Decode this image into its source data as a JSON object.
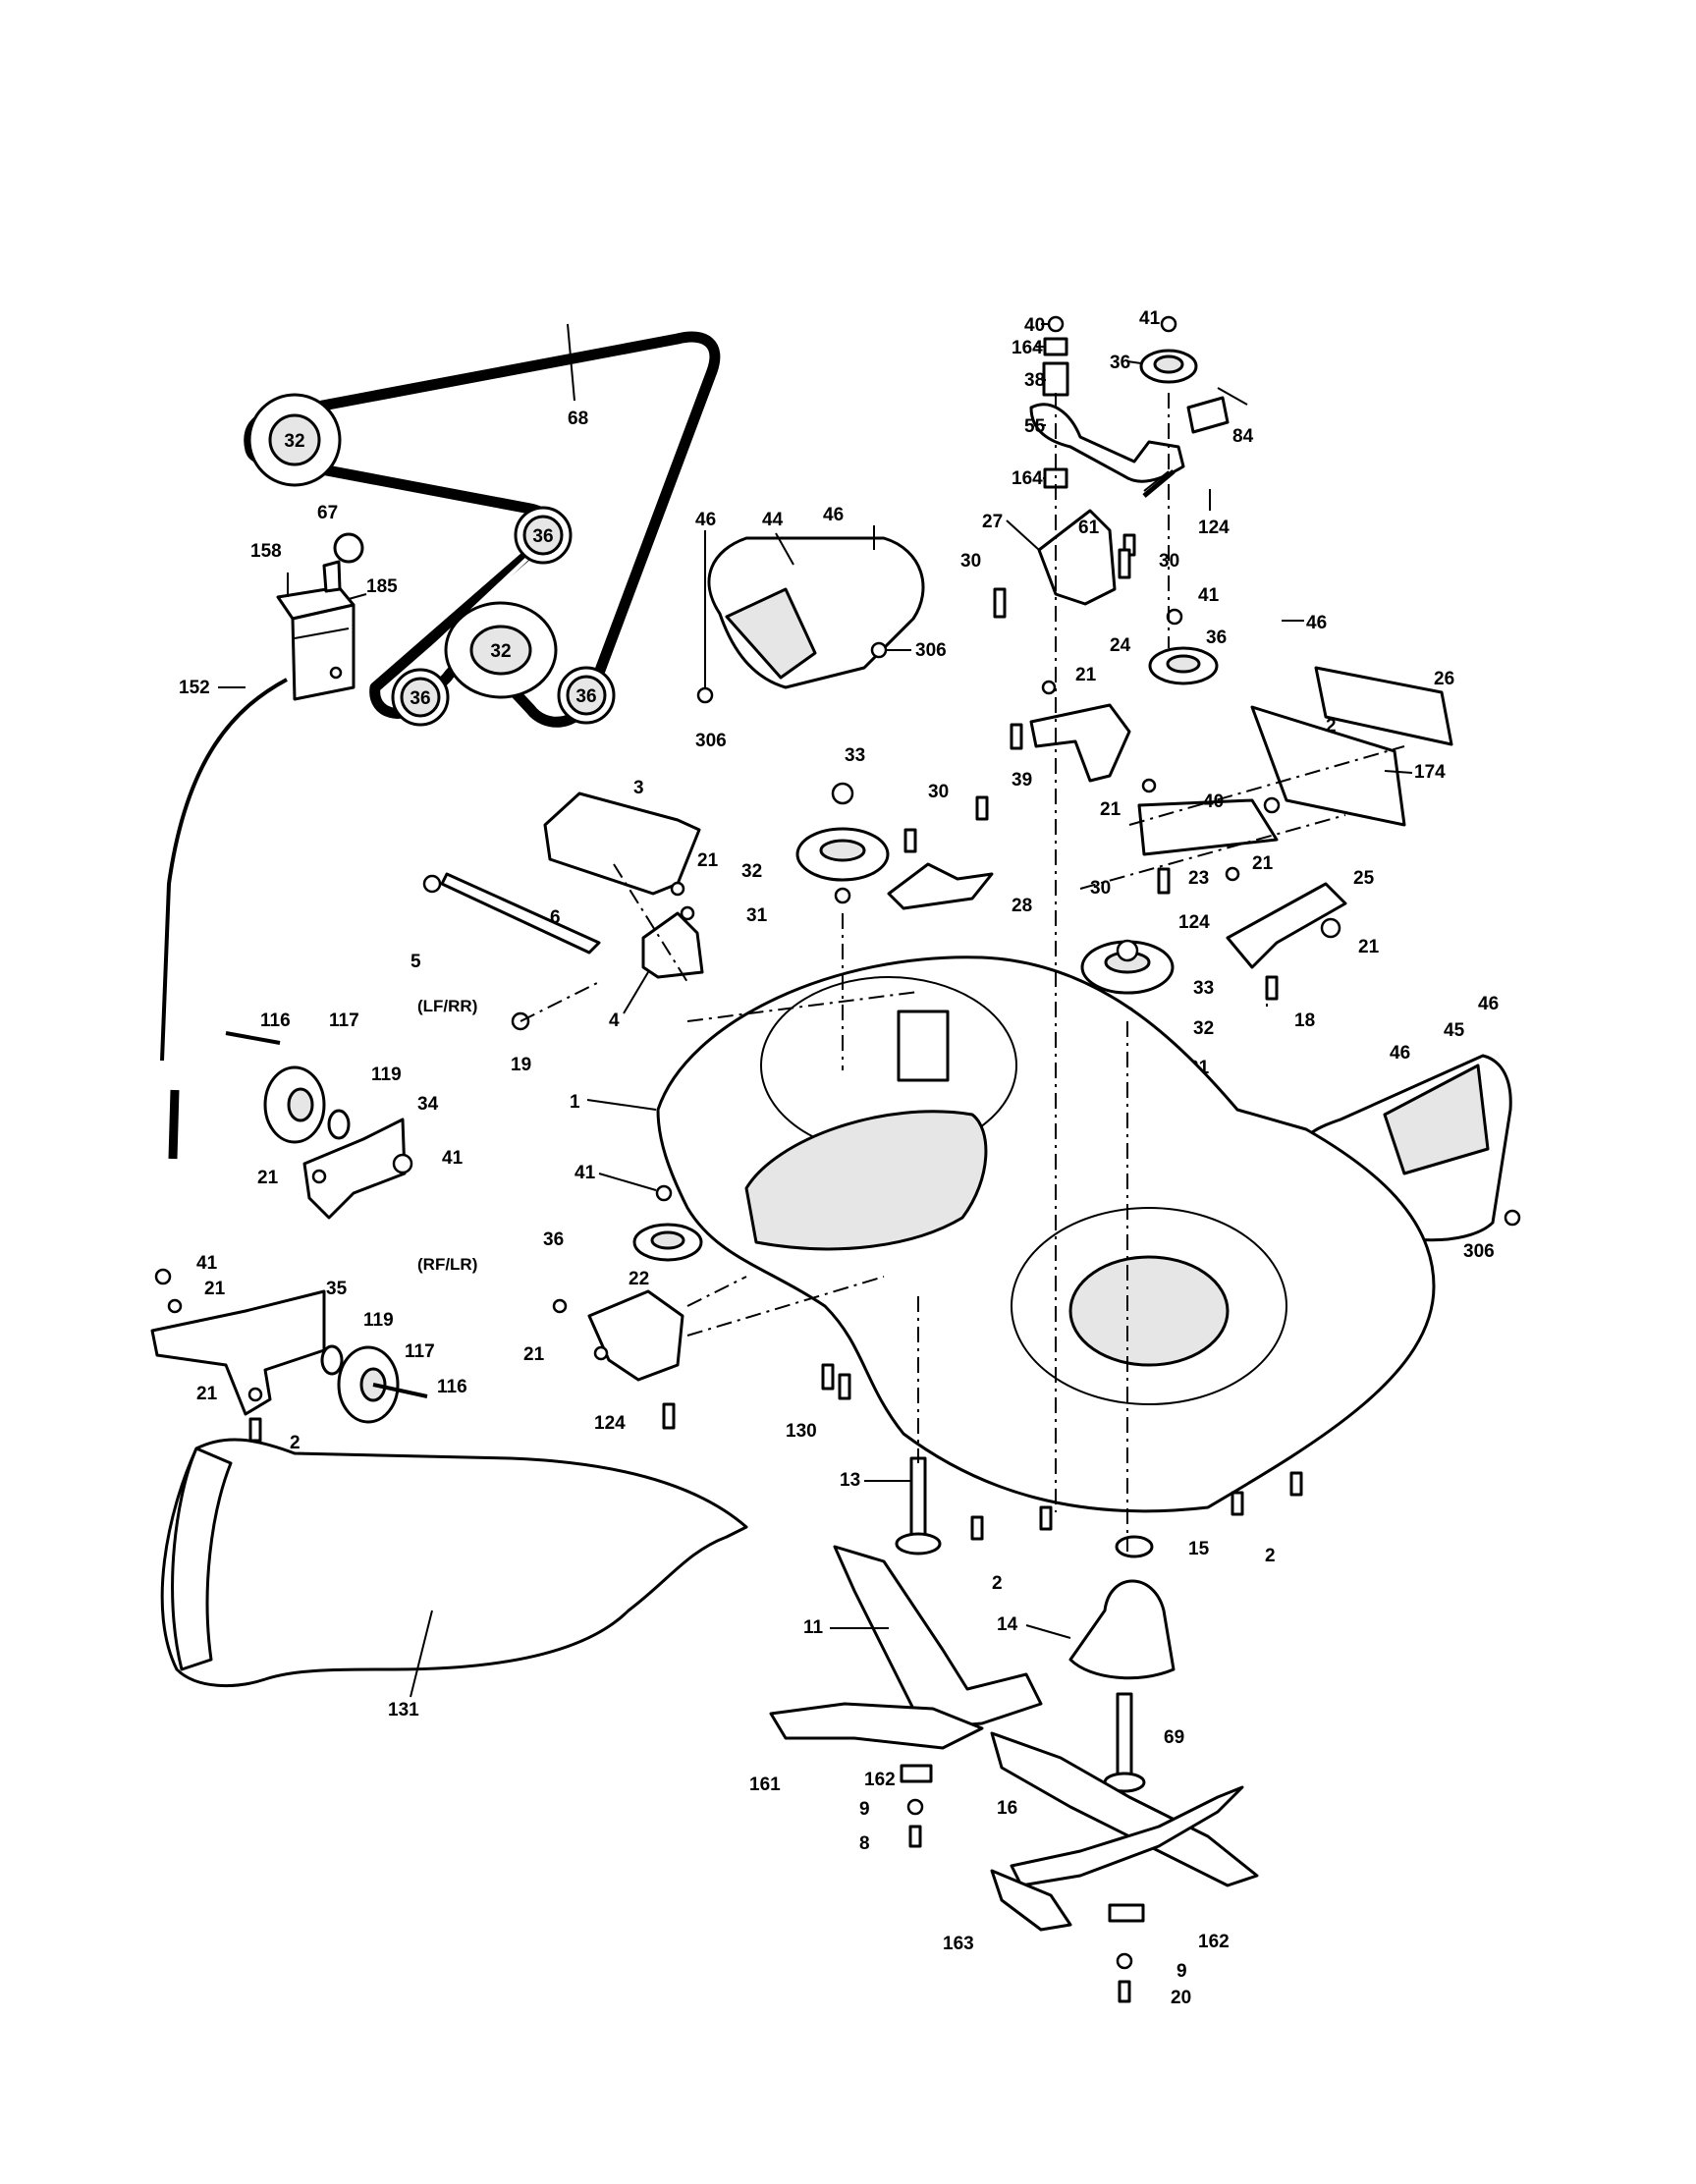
{
  "diagram": {
    "orientation_tags": {
      "left_front_right_rear": "(LF/RR)",
      "right_front_left_rear": "(RF/LR)"
    },
    "callouts": {
      "c68": "68",
      "c32a": "32",
      "c36a": "36",
      "c32b": "32",
      "c36b": "36",
      "c36c": "36",
      "c67": "67",
      "c158": "158",
      "c185": "185",
      "c152": "152",
      "c46a": "46",
      "c44": "44",
      "c46b": "46",
      "c306a": "306",
      "c306b": "306",
      "c40a": "40",
      "c164a": "164",
      "c38": "38",
      "c55": "55",
      "c164b": "164",
      "c41a": "41",
      "c36d": "36",
      "c84": "84",
      "c61": "61",
      "c124a": "124",
      "c27": "27",
      "c30a": "30",
      "c30b": "30",
      "c41b": "41",
      "c46c": "46",
      "c21a": "21",
      "c24": "24",
      "c36e": "36",
      "c26": "26",
      "c2a": "2",
      "c39": "39",
      "c174": "174",
      "c21b": "21",
      "c40b": "40",
      "c23": "23",
      "c30c": "30",
      "c124b": "124",
      "c21c": "21",
      "c25": "25",
      "c21d": "21",
      "c18": "18",
      "c3": "3",
      "c21e": "21",
      "c6": "6",
      "c5": "5",
      "c4": "4",
      "c19": "19",
      "c33a": "33",
      "c32c": "32",
      "c31a": "31",
      "c30d": "30",
      "c28": "28",
      "c33b": "33",
      "c32d": "32",
      "c31b": "31",
      "c46d": "46",
      "c46e": "46",
      "c45": "45",
      "c306c": "306",
      "c116a": "116",
      "c117a": "117",
      "c119a": "119",
      "c34": "34",
      "c21f": "21",
      "c41c": "41",
      "c1": "1",
      "c41d": "41",
      "c36f": "36",
      "c22": "22",
      "c21g": "21",
      "c124c": "124",
      "c130": "130",
      "c41e": "41",
      "c21h": "21",
      "c35": "35",
      "c119b": "119",
      "c117b": "117",
      "c116b": "116",
      "c21i": "21",
      "c2b": "2",
      "c13": "13",
      "c15": "15",
      "c2c": "2",
      "c2d": "2",
      "c11": "11",
      "c14": "14",
      "c161": "161",
      "c69": "69",
      "c162a": "162",
      "c9a": "9",
      "c8": "8",
      "c16": "16",
      "c163": "163",
      "c162b": "162",
      "c9b": "9",
      "c20": "20",
      "c131": "131"
    }
  }
}
